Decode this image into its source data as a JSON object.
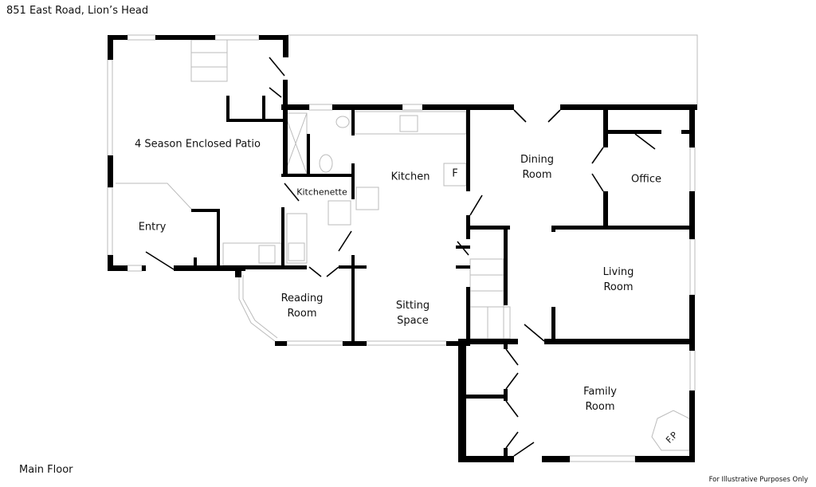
{
  "header": {
    "title": "851 East Road, Lion’s Head"
  },
  "footer": {
    "floor_label": "Main Floor",
    "disclaimer": "For Illustrative Purposes Only"
  },
  "rooms": {
    "patio": "4 Season Enclosed Patio",
    "entry": "Entry",
    "kitchenette": "Kitchenette",
    "kitchen": "Kitchen",
    "fridge": "F",
    "dining_1": "Dining",
    "dining_2": "Room",
    "office": "Office",
    "living_1": "Living",
    "living_2": "Room",
    "reading_1": "Reading",
    "reading_2": "Room",
    "sitting_1": "Sitting",
    "sitting_2": "Space",
    "family_1": "Family",
    "family_2": "Room",
    "fireplace": "F.P"
  }
}
